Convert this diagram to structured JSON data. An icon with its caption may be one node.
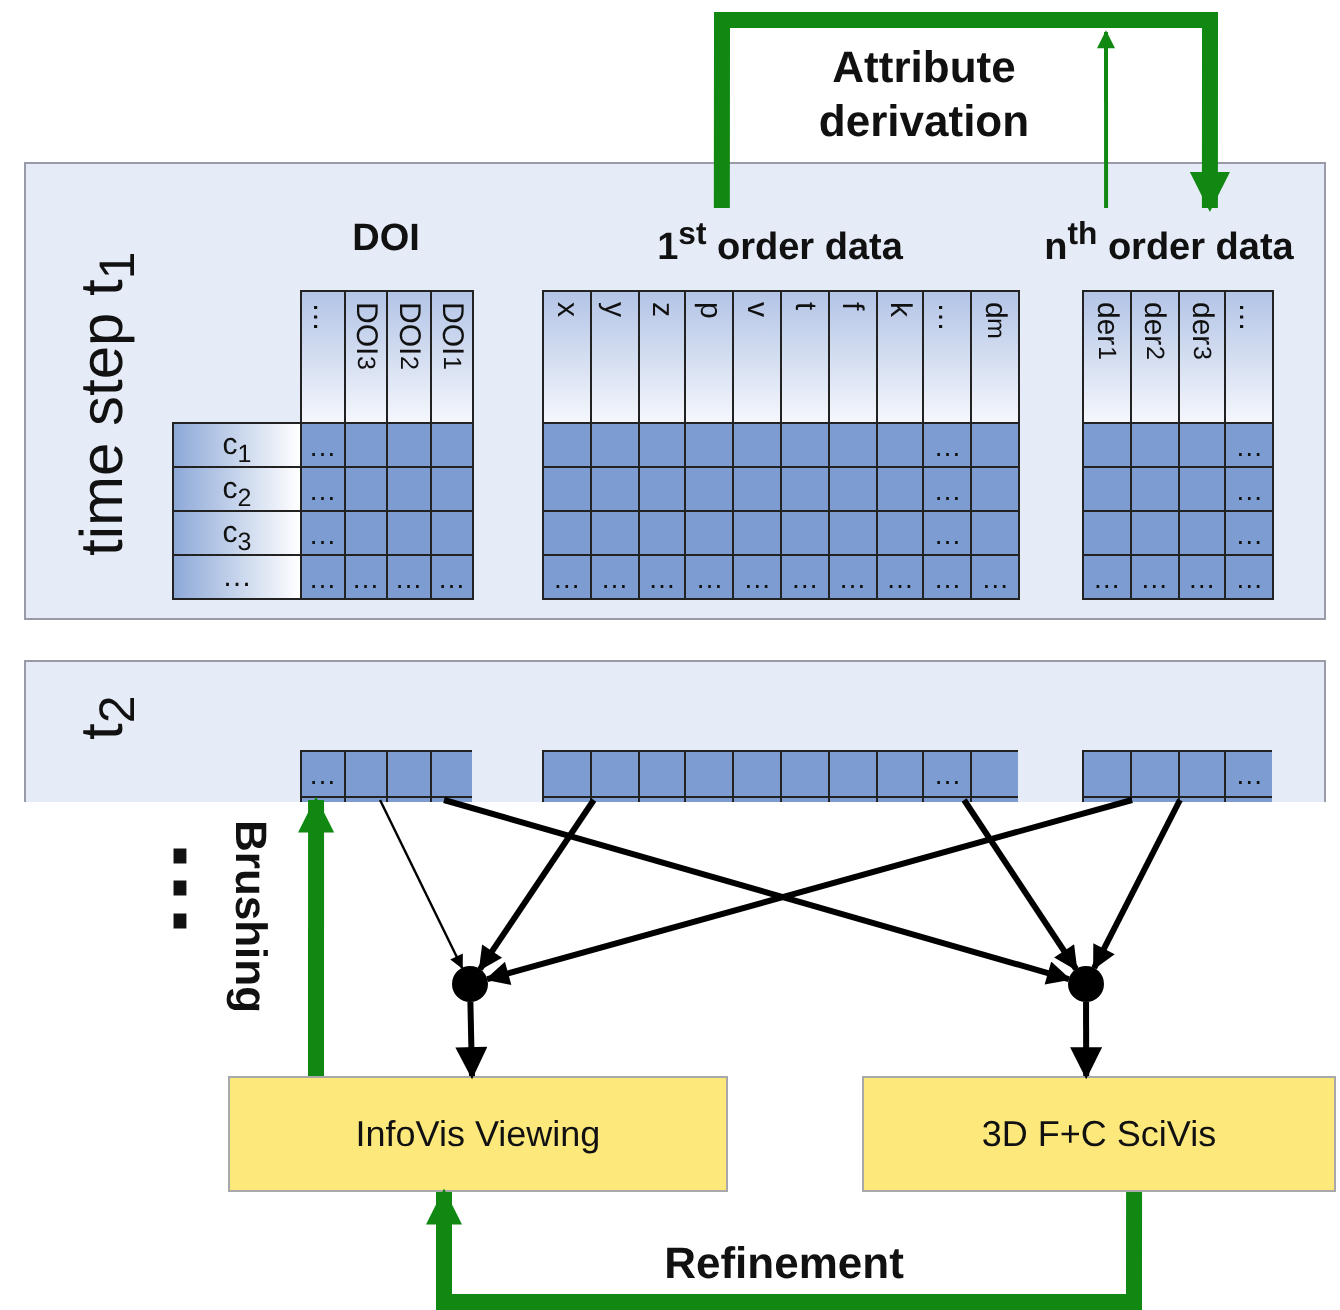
{
  "diagram": {
    "nodes": [
      {
        "text": [
          "time step t$_{1}$"
        ]
      },
      {
        "text": [
          "DOI"
        ],
        "in": 0
      },
      {
        "text": [
          "1$^{st}$ order data"
        ],
        "in": 0
      },
      {
        "text": [
          "n$^{th}$ order data"
        ],
        "in": 0
      },
      {
        "text": [
          "t$_{2}$"
        ]
      },
      {
        "text": [],
        "shape": "box",
        "in": 4
      },
      {
        "text": [],
        "shape": "box",
        "in": 4
      },
      {
        "text": [],
        "shape": "box",
        "in": 4
      },
      {
        "text": [],
        "shape": "circle"
      },
      {
        "text": [],
        "shape": "circle"
      },
      {
        "text": [
          "InfoVis Viewing"
        ]
      },
      {
        "text": [
          "3D F+C SciVis"
        ]
      }
    ],
    "edges": [
      {
        "from": 2,
        "to": 3,
        "arrow": "to",
        "label": "Attribute derivation",
        "style": "thick",
        "color": "#118811"
      },
      {
        "from": 3,
        "to": null,
        "arrow": "to",
        "color": "#118811"
      },
      {
        "from": 5,
        "to": 8,
        "arrow": "to"
      },
      {
        "from": 6,
        "to": 8,
        "arrow": "to"
      },
      {
        "from": 5,
        "to": 9,
        "arrow": "to"
      },
      {
        "from": 6,
        "to": 9,
        "arrow": "to"
      },
      {
        "from": 7,
        "to": 8,
        "arrow": "to"
      },
      {
        "from": 7,
        "to": 9,
        "arrow": "to"
      },
      {
        "from": 8,
        "to": 10,
        "arrow": "to"
      },
      {
        "from": 9,
        "to": 11,
        "arrow": "to"
      },
      {
        "from": 10,
        "to": 5,
        "arrow": "to",
        "label": "Brushing",
        "style": "thick",
        "color": "#118811"
      },
      {
        "from": 11,
        "to": 10,
        "arrow": "to",
        "label": "Refinement",
        "style": "thick",
        "color": "#118811"
      }
    ],
    "labels": [
      "…",
      "DOI$_{3}$",
      "DOI$_{2}$",
      "DOI$_{1}$",
      "c$_{1}$",
      "…",
      "c$_{2}$",
      "…",
      "c$_{3}$",
      "…",
      "…",
      "…",
      "…",
      "…",
      "…",
      "x",
      "y",
      "z",
      "p",
      "v",
      "t",
      "f",
      "k",
      "…",
      "d$_{m}$",
      "…",
      "…",
      "…",
      "…",
      "…",
      "…",
      "…",
      "…",
      "…",
      "…",
      "…",
      "…",
      "…",
      "der$_{1}$",
      "der$_{2}$",
      "der$_{3}$",
      "…",
      "…",
      "…",
      "…",
      "…",
      "…",
      "…",
      "…",
      "…",
      "…",
      "…",
      "⋮"
    ]
  }
}
